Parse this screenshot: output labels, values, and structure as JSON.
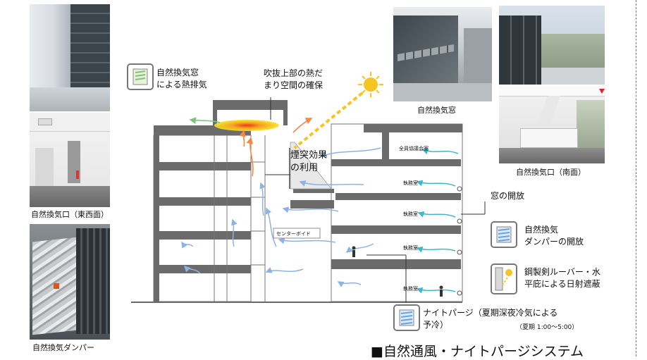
{
  "photos": {
    "left_corridor": "",
    "left_vent_east_west_caption": "自然換気口（東西面）",
    "left_damper_caption": "自然換気ダンパー",
    "right_window_caption": "自然換気窓",
    "right_vent_south_caption": "自然換気口（南面）"
  },
  "callouts": {
    "window_heat_exhaust": "自然換気窓\nによる熱排気",
    "atrium_heat_pocket": "吹抜上部の熱だ\nまり空間の確保",
    "stack_effect": "煙突効果\nの利用",
    "window_open": "窓の開放",
    "damper_open": "自然換気\nダンパーの開放",
    "louver_shading": "鋼製剣ルーバー・水\n平庇による日射遮蔽",
    "night_purge": "ナイトパージ（夏期深夜冷気による\n予冷）",
    "night_purge_time": "（夏期 1:00～5:00）"
  },
  "rooms": {
    "all_staff_meeting": "全員協議会室",
    "office_1": "執務室",
    "office_2": "執務室",
    "office_3": "執務室",
    "office_4": "執務室",
    "center_void": "センターボイド"
  },
  "title": "■自然通風・ナイトパージシステム",
  "colors": {
    "airflow_blue": "#8fb3e0",
    "airflow_teal": "#3fb7c9",
    "heat_orange": "#f28a46",
    "sun_yellow": "#f6c521",
    "heat_red": "#e43b1a",
    "building_gray": "#666666"
  }
}
